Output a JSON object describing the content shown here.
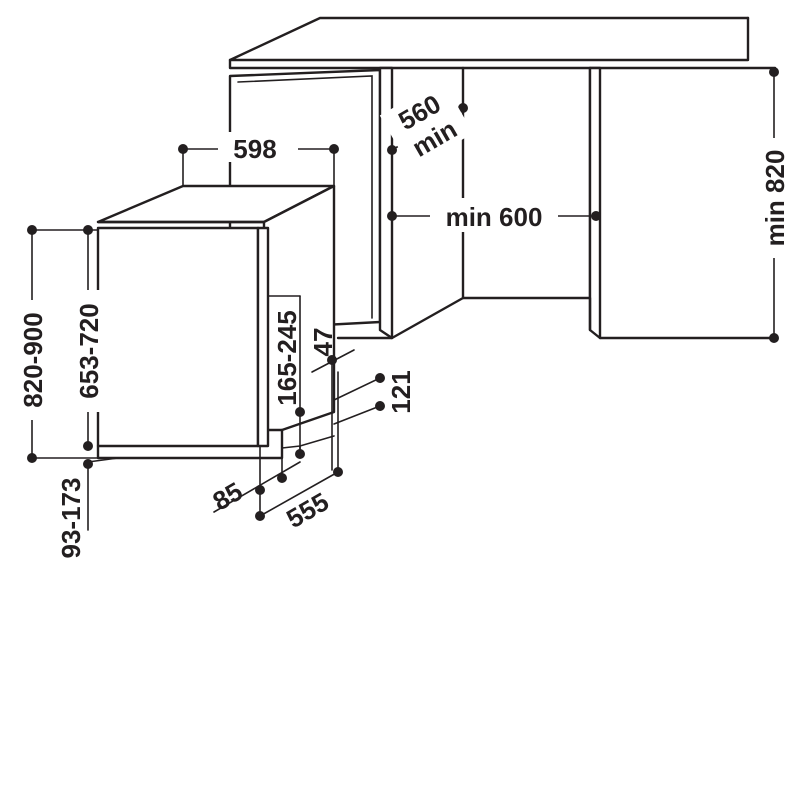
{
  "dimensions": {
    "appliance_width": "598",
    "cabinet_depth_top": "560",
    "cabinet_depth_bottom": "min",
    "cabinet_width": "min 600",
    "cabinet_height": "min 820",
    "total_height": "820-900",
    "appliance_height": "653-720",
    "foot_height": "93-173",
    "door_offset": "165-245",
    "plinth_gap": "47",
    "plinth_height": "121",
    "plinth_setback": "85",
    "appliance_depth": "555"
  }
}
